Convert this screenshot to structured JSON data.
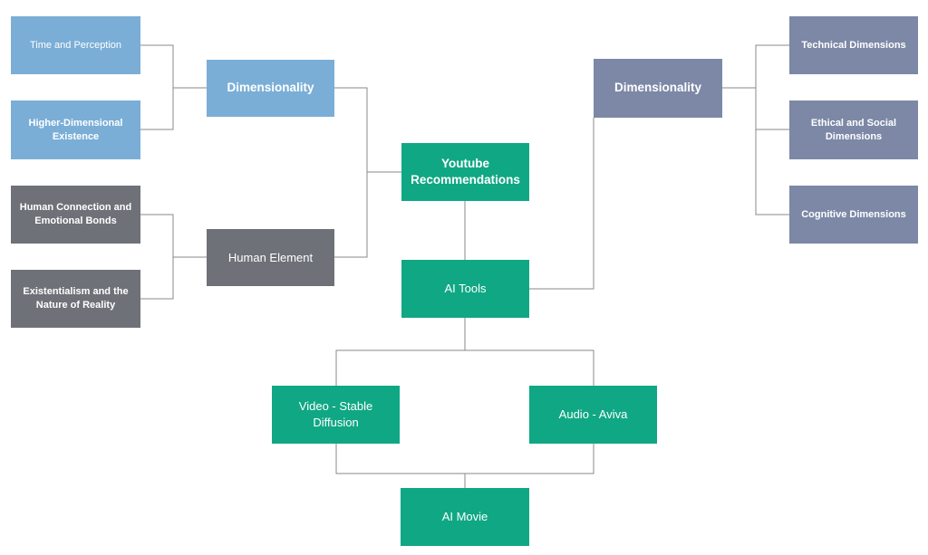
{
  "colors": {
    "light_blue": "#7aaed6",
    "slate_blue": "#7c88a6",
    "dark_gray": "#6e7178",
    "green": "#10a784",
    "connector": "#8a8a8a"
  },
  "nodes": {
    "time_perception": "Time and Perception",
    "higher_dimensional": "Higher-Dimensional Existence",
    "dimensionality_left": "Dimensionality",
    "human_connection": "Human Connection and Emotional Bonds",
    "existentialism": "Existentialism and the Nature of Reality",
    "human_element": "Human Element",
    "youtube": "Youtube Recommendations",
    "ai_tools": "AI Tools",
    "dimensionality_right": "Dimensionality",
    "technical": "Technical Dimensions",
    "ethical": "Ethical and Social Dimensions",
    "cognitive": "Cognitive Dimensions",
    "video": "Video - Stable Diffusion",
    "audio": "Audio - Aviva",
    "ai_movie": "AI Movie"
  }
}
